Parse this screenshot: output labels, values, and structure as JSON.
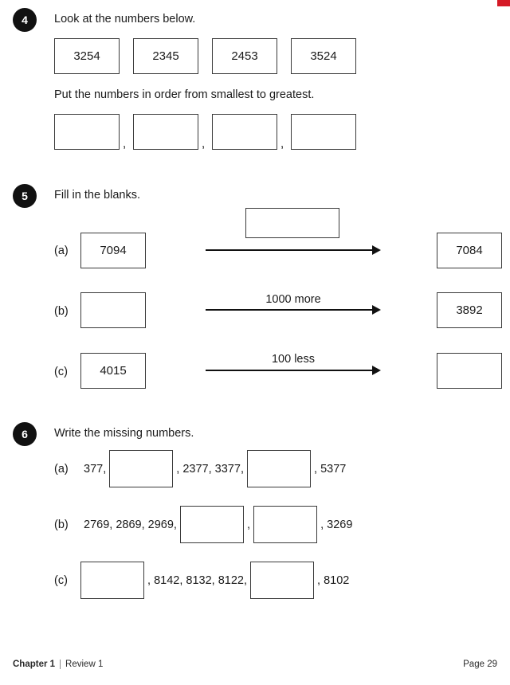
{
  "page": {
    "accent_color": "#d51a26",
    "background": "#ffffff"
  },
  "footer": {
    "chapter": "Chapter 1",
    "review": "Review 1",
    "page_number": "Page 29"
  },
  "questions": [
    {
      "number": "4",
      "prompt": "Look at the numbers below.",
      "prompt_2": "Put the numbers in order from smallest to greatest.",
      "given_numbers": [
        "3254",
        "2345",
        "2453",
        "3524"
      ],
      "answer_boxes": [
        "",
        "",
        "",
        ""
      ],
      "separators": [
        ",",
        ",",
        ","
      ]
    },
    {
      "number": "5",
      "prompt": "Fill in the blanks.",
      "rows": [
        {
          "label": "(a)",
          "start_value": "7094",
          "operation": "",
          "operation_in_box": true,
          "end_value": "7084"
        },
        {
          "label": "(b)",
          "start_value": "",
          "operation": "1000 more",
          "operation_in_box": false,
          "end_value": "3892"
        },
        {
          "label": "(c)",
          "start_value": "4015",
          "operation": "100 less",
          "operation_in_box": false,
          "end_value": ""
        }
      ]
    },
    {
      "number": "6",
      "prompt": "Write the missing numbers.",
      "rows": [
        {
          "label": "(a)",
          "parts": [
            {
              "kind": "text",
              "value": "377,"
            },
            {
              "kind": "box",
              "value": ""
            },
            {
              "kind": "text",
              "value": ", 2377, 3377,"
            },
            {
              "kind": "box",
              "value": ""
            },
            {
              "kind": "text",
              "value": ", 5377"
            }
          ]
        },
        {
          "label": "(b)",
          "parts": [
            {
              "kind": "text",
              "value": "2769, 2869, 2969,"
            },
            {
              "kind": "box",
              "value": ""
            },
            {
              "kind": "text",
              "value": ","
            },
            {
              "kind": "box",
              "value": ""
            },
            {
              "kind": "text",
              "value": ", 3269"
            }
          ]
        },
        {
          "label": "(c)",
          "parts": [
            {
              "kind": "box",
              "value": ""
            },
            {
              "kind": "text",
              "value": ", 8142, 8132, 8122,"
            },
            {
              "kind": "box",
              "value": ""
            },
            {
              "kind": "text",
              "value": ", 8102"
            }
          ]
        }
      ]
    }
  ]
}
